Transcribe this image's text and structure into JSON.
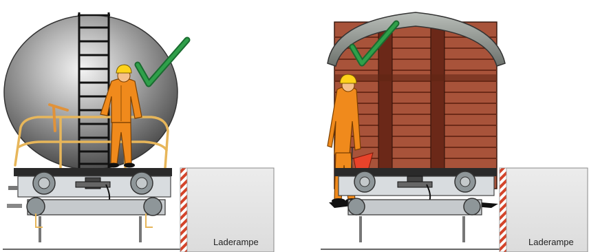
{
  "panels": [
    {
      "id": "tank-wagon",
      "ramp_label": "Laderampe",
      "check_mark": "green-check-icon"
    },
    {
      "id": "box-wagon",
      "ramp_label": "Laderampe",
      "check_mark": "green-check-icon"
    }
  ],
  "colors": {
    "tank": "#5a5a5a",
    "tank_highlight": "#f2f2f2",
    "wood": "#a8533a",
    "wood_dark": "#7a3422",
    "roof": "#8a8f8a",
    "safety_orange": "#f08a1c",
    "helmet": "#ffd21a",
    "railing": "#e7b65a",
    "check_green": "#1f8a3c",
    "ramp_gray": "#e8e8e8",
    "ramp_stripe": "#d4442a",
    "chassis": "#d8dcdf",
    "wheel": "#8e9699",
    "flag": "#e8432a"
  }
}
